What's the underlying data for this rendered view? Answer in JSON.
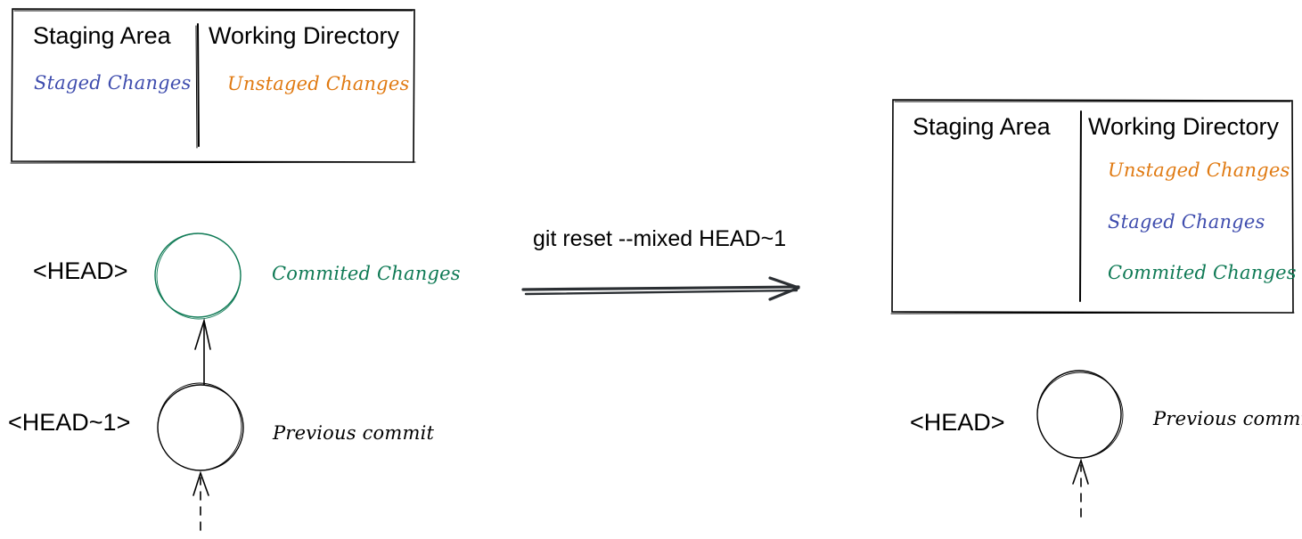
{
  "colors": {
    "ink": "#000000",
    "arrow": "#2b2f33",
    "staged": "#3f4dae",
    "unstaged": "#e07a12",
    "committed": "#0f7a55"
  },
  "before": {
    "box": {
      "staging_title": "Staging Area",
      "working_title": "Working Directory",
      "staging_items": [
        "Staged Changes"
      ],
      "working_items": [
        "Unstaged Changes"
      ]
    },
    "commits": [
      {
        "ref": "<HEAD>",
        "note": "Commited Changes"
      },
      {
        "ref": "<HEAD~1>",
        "note": "Previous commit"
      }
    ]
  },
  "command": "git reset --mixed HEAD~1",
  "after": {
    "box": {
      "staging_title": "Staging Area",
      "working_title": "Working Directory",
      "working_items": [
        "Unstaged Changes",
        "Staged Changes",
        "Commited Changes"
      ]
    },
    "commits": [
      {
        "ref": "<HEAD>",
        "note": "Previous commit"
      }
    ]
  }
}
